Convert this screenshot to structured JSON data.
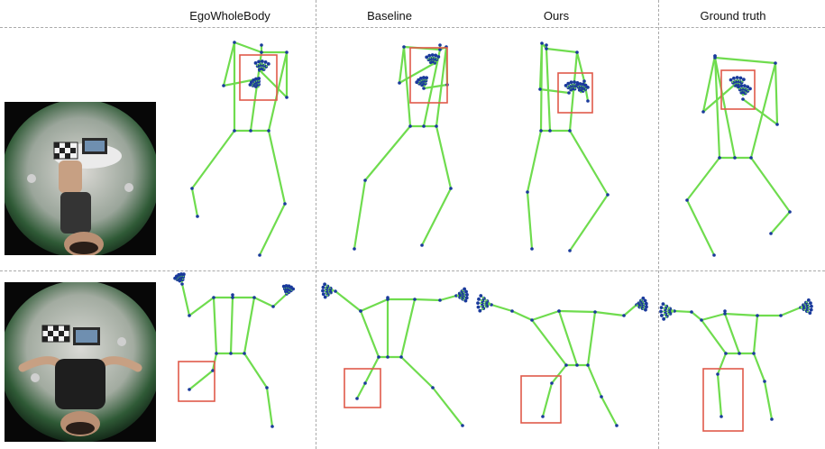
{
  "headers": [
    {
      "key": "egowholebody",
      "label": "EgoWholeBody"
    },
    {
      "key": "baseline",
      "label": "Baseline"
    },
    {
      "key": "ours",
      "label": "Ours"
    },
    {
      "key": "ground_truth",
      "label": "Ground truth"
    }
  ],
  "colors": {
    "bone": "#6fdc4e",
    "joint": "#1a3a9c",
    "highlight_box": "#e05a4a",
    "separator": "#aaaaaa"
  }
}
